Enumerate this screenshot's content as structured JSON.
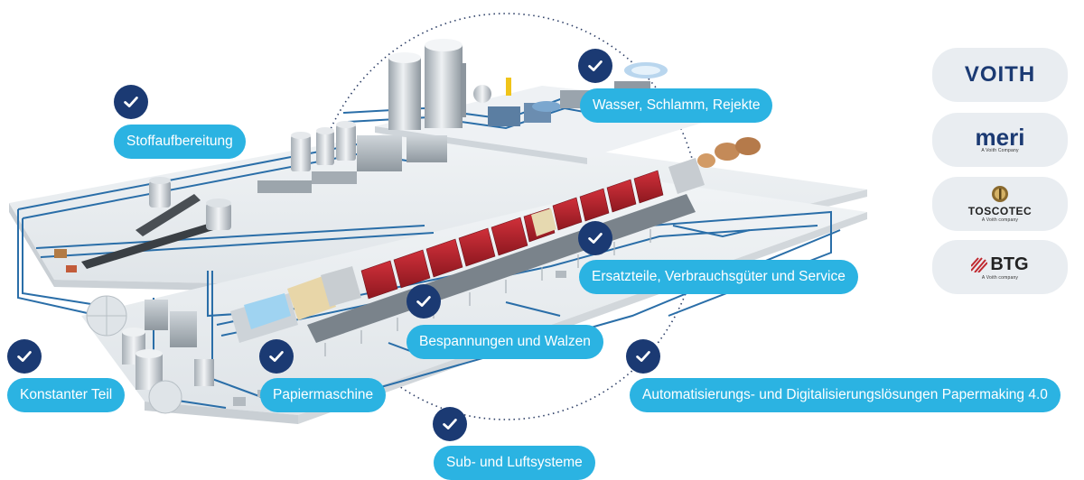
{
  "labels": {
    "stoffaufbereitung": "Stoffaufbereitung",
    "wasser": "Wasser, Schlamm, Rejekte",
    "ersatzteile": "Ersatzteile, Verbrauchsgüter und Service",
    "bespannungen": "Bespannungen und Walzen",
    "automatisierung": "Automatisierungs- und Digitalisierungslösungen Papermaking 4.0",
    "konstanter": "Konstanter Teil",
    "papiermaschine": "Papiermaschine",
    "sub": "Sub- und Luftsysteme"
  },
  "logos": {
    "voith": "VOITH",
    "meri": "meri",
    "meri_sub": "A Voith Company",
    "toscotec": "TOSCOTEC",
    "toscotec_sub": "A Voith company",
    "btg": "BTG",
    "btg_sub": "A Voith company"
  },
  "colors": {
    "pill": "#2bb3e2",
    "check_badge": "#1b3a73",
    "logo_tile": "#e9edf1",
    "felt_red": "#b5202a",
    "pipe_blue": "#2a6ea8"
  },
  "icons": {
    "badge": "checkmark-icon"
  }
}
